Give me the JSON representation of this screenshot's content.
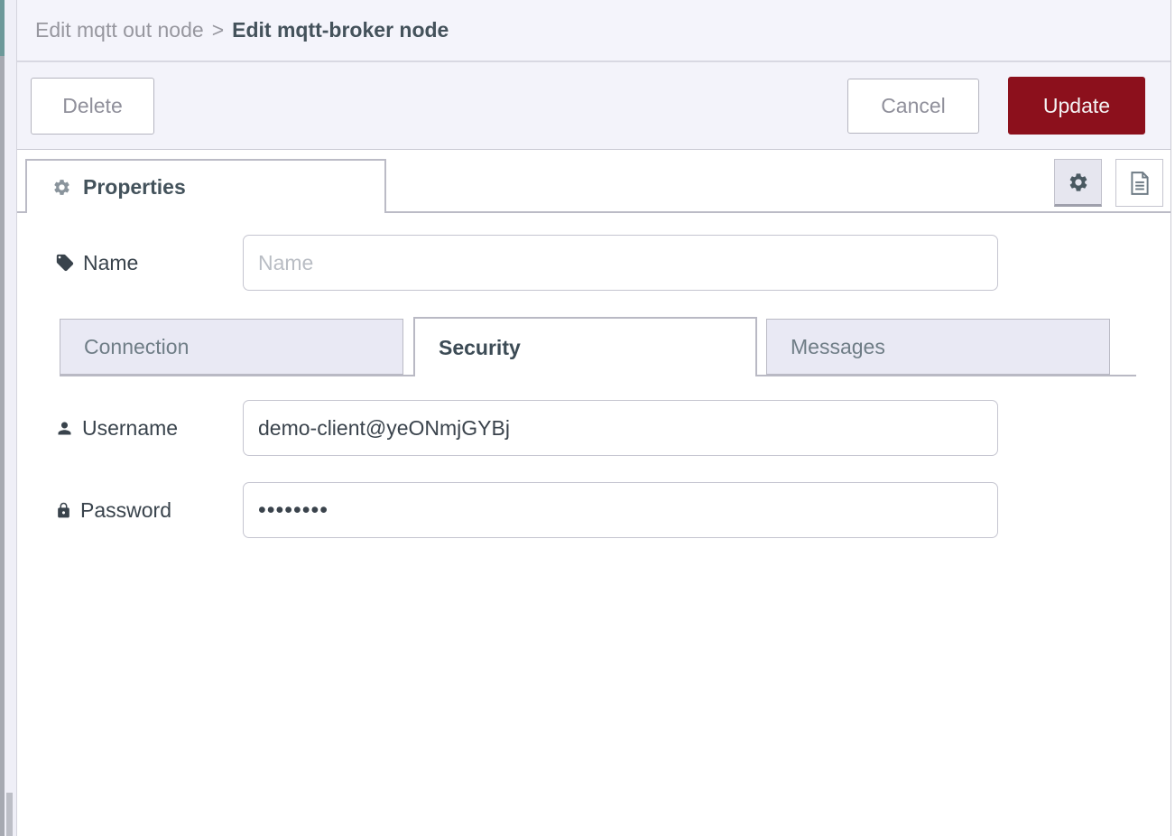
{
  "header": {
    "breadcrumb_parent": "Edit mqtt out node",
    "breadcrumb_separator": ">",
    "breadcrumb_current": "Edit mqtt-broker node"
  },
  "toolbar": {
    "delete_label": "Delete",
    "cancel_label": "Cancel",
    "update_label": "Update"
  },
  "panel_tabs": {
    "properties_label": "Properties",
    "icon_buttons": [
      "gear-icon",
      "doc-icon"
    ]
  },
  "form": {
    "name": {
      "label": "Name",
      "placeholder": "Name",
      "value": "",
      "icon": "tag-icon"
    },
    "tabs": [
      {
        "label": "Connection",
        "active": false
      },
      {
        "label": "Security",
        "active": true
      },
      {
        "label": "Messages",
        "active": false
      }
    ],
    "username": {
      "label": "Username",
      "value": "demo-client@yeONmjGYBj",
      "icon": "user-icon"
    },
    "password": {
      "label": "Password",
      "value": "••••••••",
      "icon": "lock-icon"
    }
  },
  "colors": {
    "accent_red": "#8C101C",
    "panel_header_bg": "#F4F4FB",
    "tab_inactive_bg": "#E9E9F4",
    "border_gray": "#BBBBC6",
    "text_dark": "#44525B",
    "text_gray": "#97979F"
  }
}
